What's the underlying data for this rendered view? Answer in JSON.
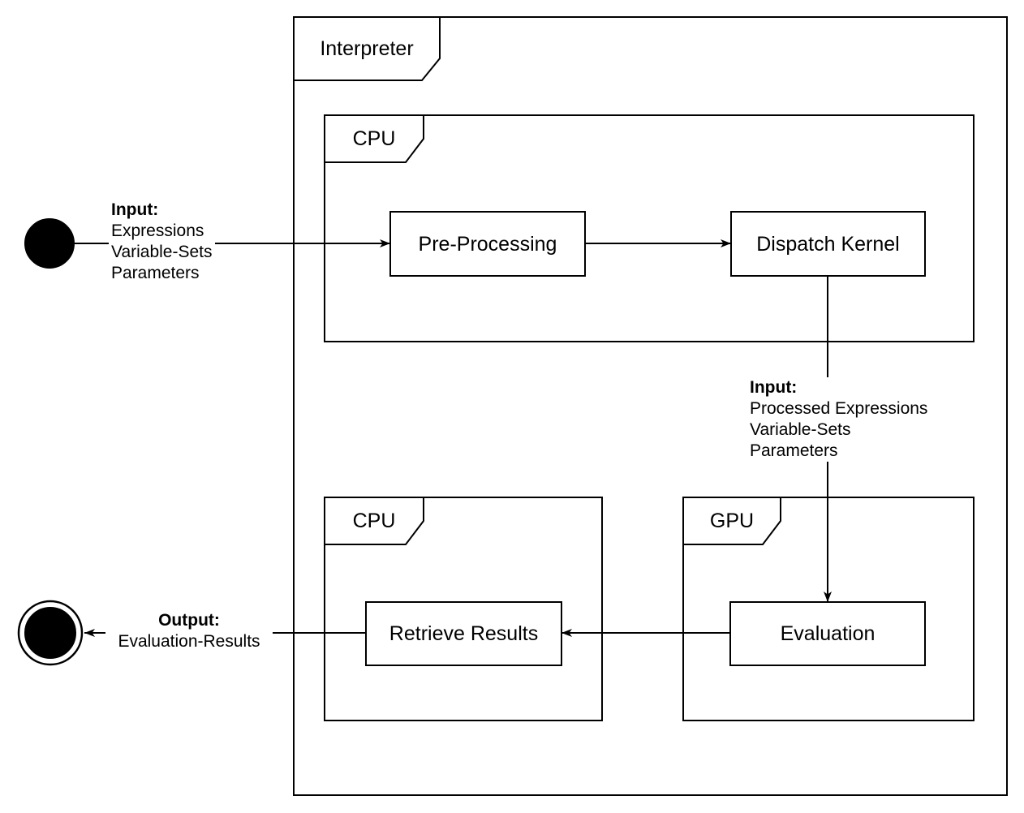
{
  "diagram": {
    "kind": "uml-activity-diagram",
    "colors": {
      "stroke": "#000000",
      "background": "#ffffff"
    },
    "frames": {
      "interpreter": {
        "label": "Interpreter"
      },
      "cpu_top": {
        "label": "CPU"
      },
      "gpu": {
        "label": "GPU"
      },
      "cpu_bottom": {
        "label": "CPU"
      }
    },
    "nodes": {
      "pre_processing": {
        "label": "Pre-Processing"
      },
      "dispatch_kernel": {
        "label": "Dispatch Kernel"
      },
      "evaluation": {
        "label": "Evaluation"
      },
      "retrieve_results": {
        "label": "Retrieve Results"
      }
    },
    "edge_labels": {
      "input_initial": {
        "heading": "Input:",
        "lines": [
          "Expressions",
          "Variable-Sets",
          "Parameters"
        ]
      },
      "input_gpu": {
        "heading": "Input:",
        "lines": [
          "Processed Expressions",
          "Variable-Sets",
          "Parameters"
        ]
      },
      "output": {
        "heading": "Output:",
        "lines": [
          "Evaluation-Results"
        ]
      }
    }
  }
}
